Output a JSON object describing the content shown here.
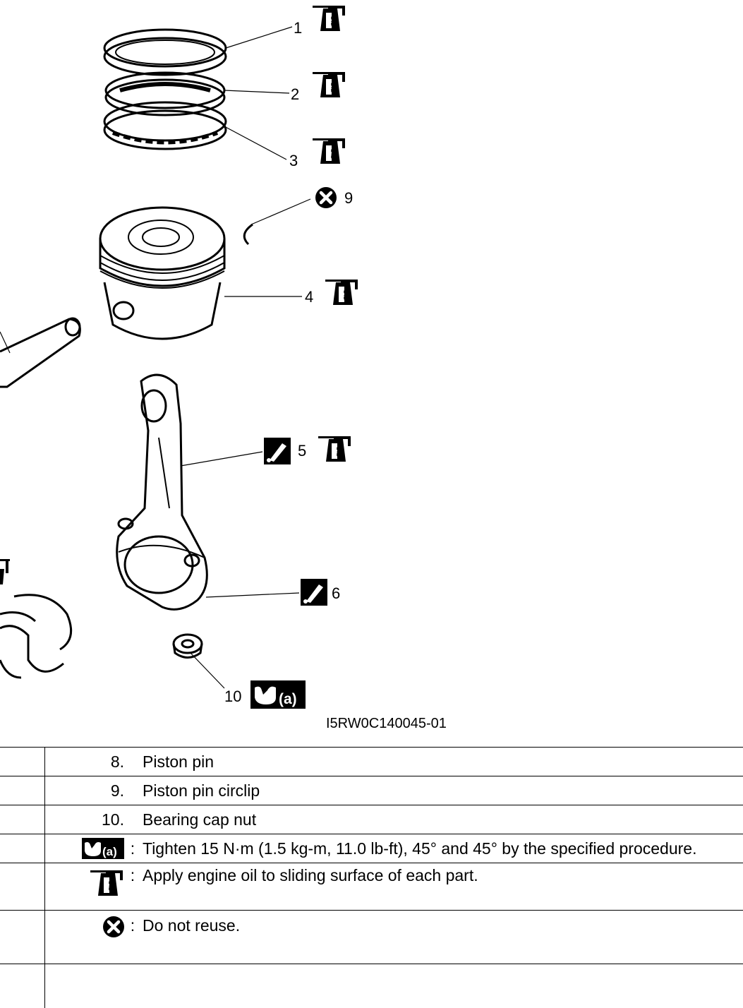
{
  "figure": {
    "id": "I5RW0C140045-01",
    "callouts": [
      "1",
      "2",
      "3",
      "4",
      "5",
      "6",
      "9",
      "10"
    ],
    "oil_symbol_text": "OIL",
    "torque_symbol_text": "(a)"
  },
  "legend": {
    "rows": [
      {
        "key": "8.",
        "sep": "",
        "text": "Piston pin"
      },
      {
        "key": "9.",
        "sep": "",
        "text": "Piston pin circlip"
      },
      {
        "key": "10.",
        "sep": "",
        "text": "Bearing cap nut"
      },
      {
        "key_icon": "torque-wrench-icon",
        "sep": ":",
        "text": "Tighten 15 N·m (1.5 kg-m, 11.0 lb-ft), 45° and 45° by the specified procedure."
      },
      {
        "key_icon": "oil-can-icon",
        "sep": ":",
        "text": "Apply engine oil to sliding surface of each part."
      },
      {
        "key_icon": "do-not-reuse-icon",
        "sep": ":",
        "text": "Do not reuse."
      }
    ]
  }
}
